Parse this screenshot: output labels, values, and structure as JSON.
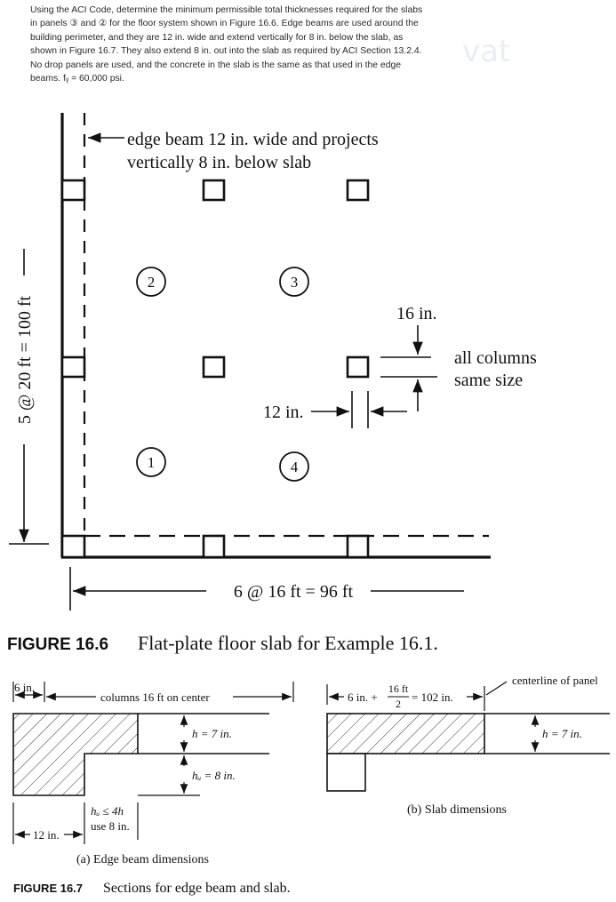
{
  "problem": {
    "lines": [
      "Using the ACI Code, determine the minimum permissible total thicknesses required for the slabs",
      "in panels ③ and ② for the floor system shown in Figure 16.6. Edge beams are used around the",
      "building perimeter, and they are 12 in. wide and extend vertically for 8 in. below the slab, as",
      "shown in Figure 16.7. They also extend 8 in. out into the slab as required by ACI Section 13.2.4.",
      "No drop panels are used, and the concrete in the slab is the same as that used in the edge",
      "beams. fᵧ = 60,000 psi."
    ]
  },
  "watermark": "vat",
  "fig166": {
    "edge_beam_note_1": "edge beam 12 in. wide and projects",
    "edge_beam_note_2": "vertically 8 in. below slab",
    "panels": [
      "1",
      "2",
      "3",
      "4"
    ],
    "vertical_dim": "5 @ 20 ft = 100 ft",
    "horizontal_dim": "6 @ 16 ft = 96 ft",
    "col_depth": "16 in.",
    "col_width": "12 in.",
    "col_note_1": "all columns",
    "col_note_2": "same size",
    "caption_label": "FIGURE 16.6",
    "caption_text": "Flat-plate floor slab for Example 16.1."
  },
  "fig167": {
    "a": {
      "dim_6in": "6 in.",
      "dim_cols": "columns 16 ft on center",
      "h_label": "h = 7 in.",
      "hw_label": "hᵤ = 8 in.",
      "hw_rule_1": "hᵤ ≤ 4h",
      "hw_rule_2": "use 8 in.",
      "dim_12in": "12 in.",
      "caption": "(a) Edge beam dimensions"
    },
    "b": {
      "dim_prefix": "6 in. +",
      "frac_num": "16 ft",
      "frac_den": "2",
      "dim_result": "= 102 in.",
      "centerline": "centerline of panel",
      "h_label": "h = 7 in.",
      "caption": "(b) Slab dimensions"
    },
    "caption_label": "FIGURE 16.7",
    "caption_text": "Sections for edge beam and slab."
  }
}
